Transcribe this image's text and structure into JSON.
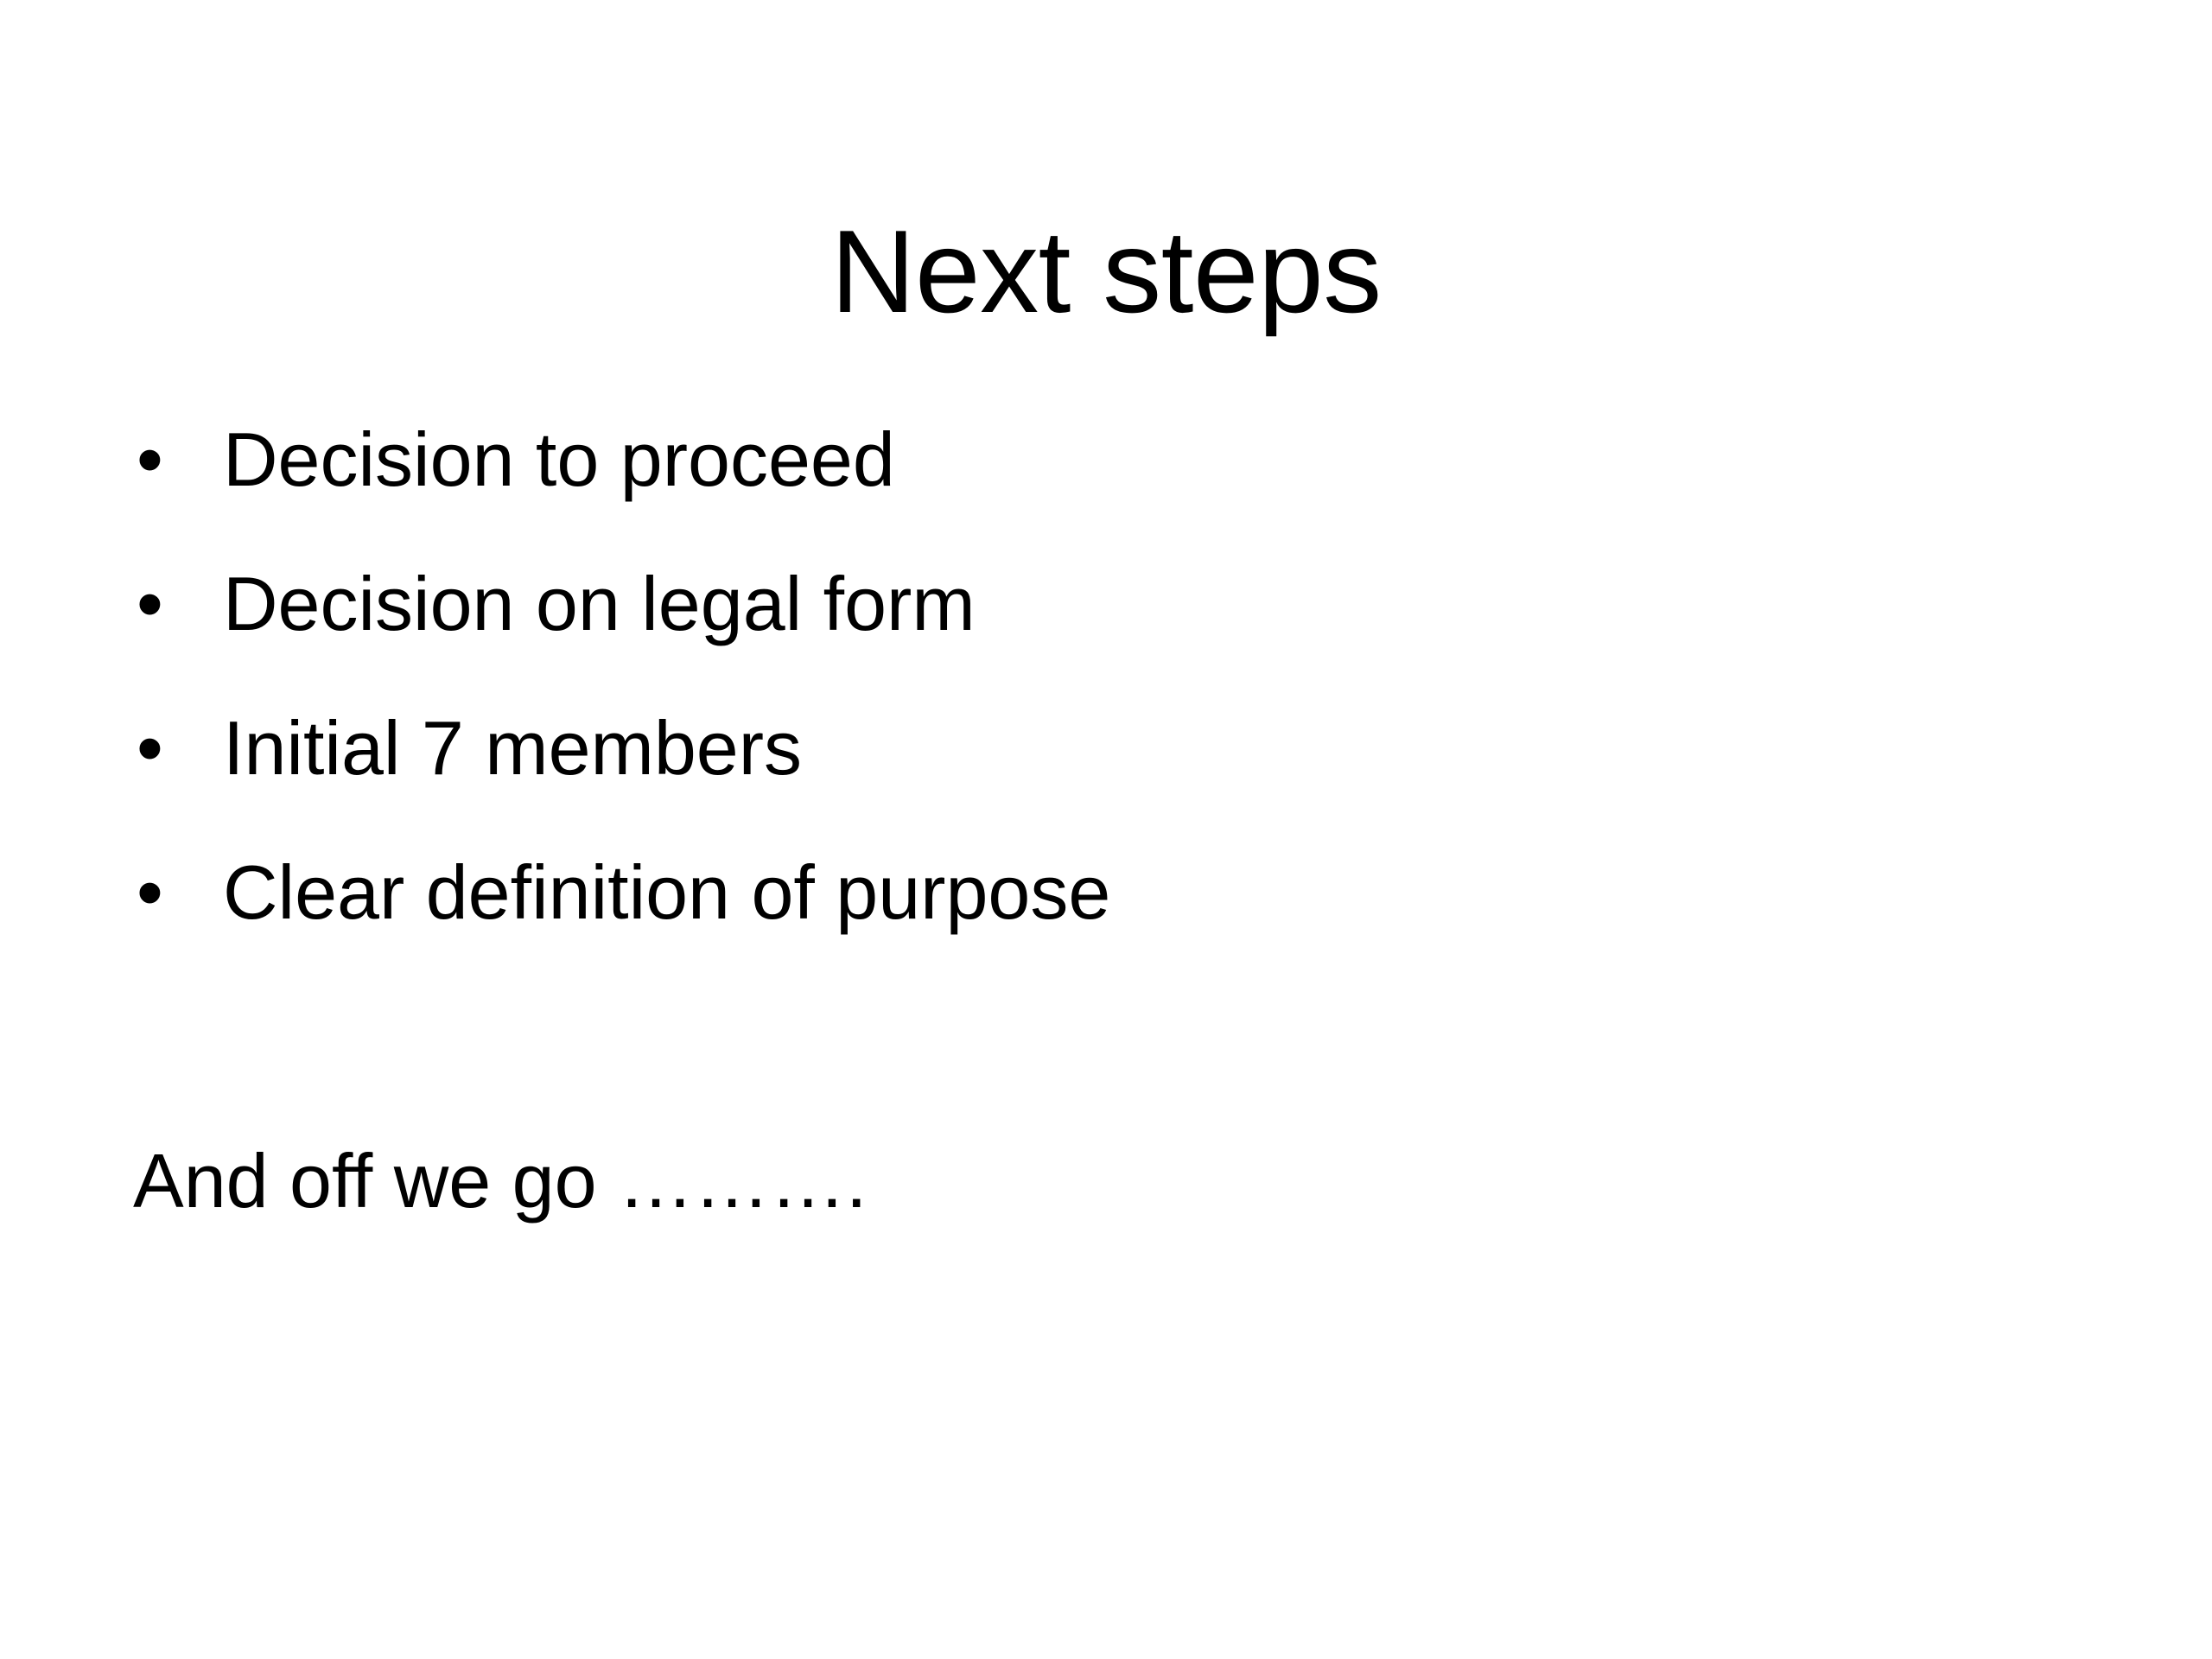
{
  "slide": {
    "background_color": "#ffffff",
    "text_color": "#000000",
    "title": "Next steps",
    "bullets": [
      {
        "marker": "•",
        "text": "Decision to proceed"
      },
      {
        "marker": "•",
        "text": "Decision on legal form"
      },
      {
        "marker": "•",
        "text": "Initial 7 members"
      },
      {
        "marker": "•",
        "text": "Clear definition of purpose"
      }
    ],
    "closing_line": "And off we go ………."
  }
}
